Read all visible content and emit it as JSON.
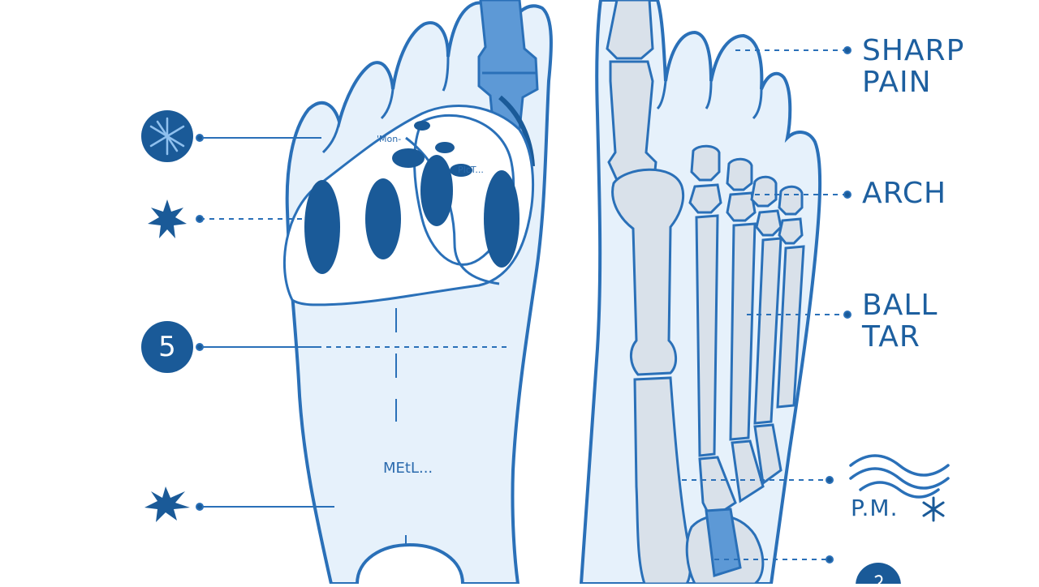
{
  "labels": {
    "sharp_pain_line1": "SHARP",
    "sharp_pain_line2": "PAIN",
    "arch": "ARCH",
    "ball_line1": "BALL",
    "ball_line2": "TAR",
    "pm": "P.M.",
    "metatarsal_text": "MEtL...",
    "scribble_text": "'Mon-",
    "scribble_text2": "PIcT..."
  },
  "markers": {
    "number_badge": "5"
  },
  "icons": {
    "left_markers": [
      "asterisk-circle-icon",
      "star-burst-icon",
      "number-badge-icon",
      "star-burst-icon"
    ],
    "right_markers": [
      "wave-icon",
      "asterisk-icon",
      "round-badge-icon"
    ]
  },
  "colors": {
    "primary_blue": "#1a5a98",
    "outline_blue": "#2a70b8",
    "skin_fill": "#e6f1fb",
    "bone_fill": "#d9e1ea",
    "highlight_blue": "#5d99d6"
  }
}
